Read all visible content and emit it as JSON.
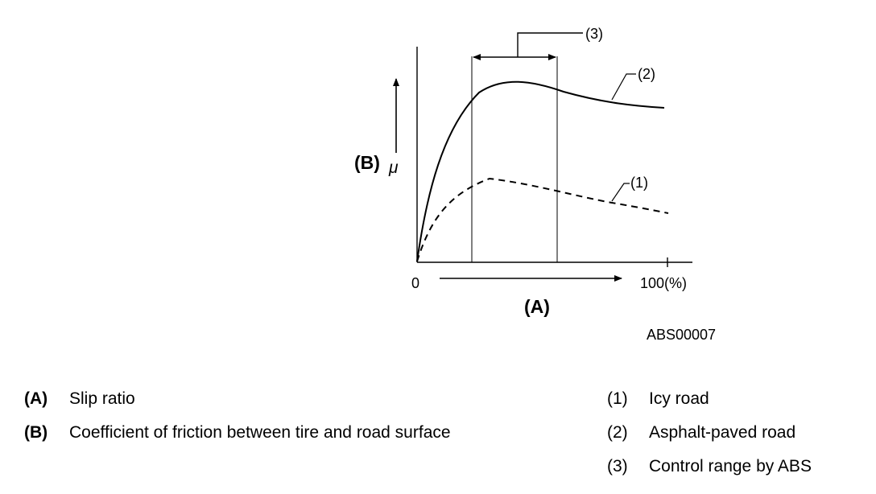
{
  "diagram": {
    "axis_y_key": "(B)",
    "axis_y_symbol": "μ",
    "axis_x_key": "(A)",
    "axis_x_start": "0",
    "axis_x_end": "100(%)",
    "callout_1": "(1)",
    "callout_2": "(2)",
    "callout_3": "(3)",
    "figure_code": "ABS00007"
  },
  "legend_left": [
    {
      "key": "(A)",
      "text": "Slip ratio"
    },
    {
      "key": "(B)",
      "text": "Coefficient of friction between tire and road surface"
    }
  ],
  "legend_right": [
    {
      "key": "(1)",
      "text": "Icy road"
    },
    {
      "key": "(2)",
      "text": "Asphalt-paved road"
    },
    {
      "key": "(3)",
      "text": "Control range by ABS"
    }
  ]
}
